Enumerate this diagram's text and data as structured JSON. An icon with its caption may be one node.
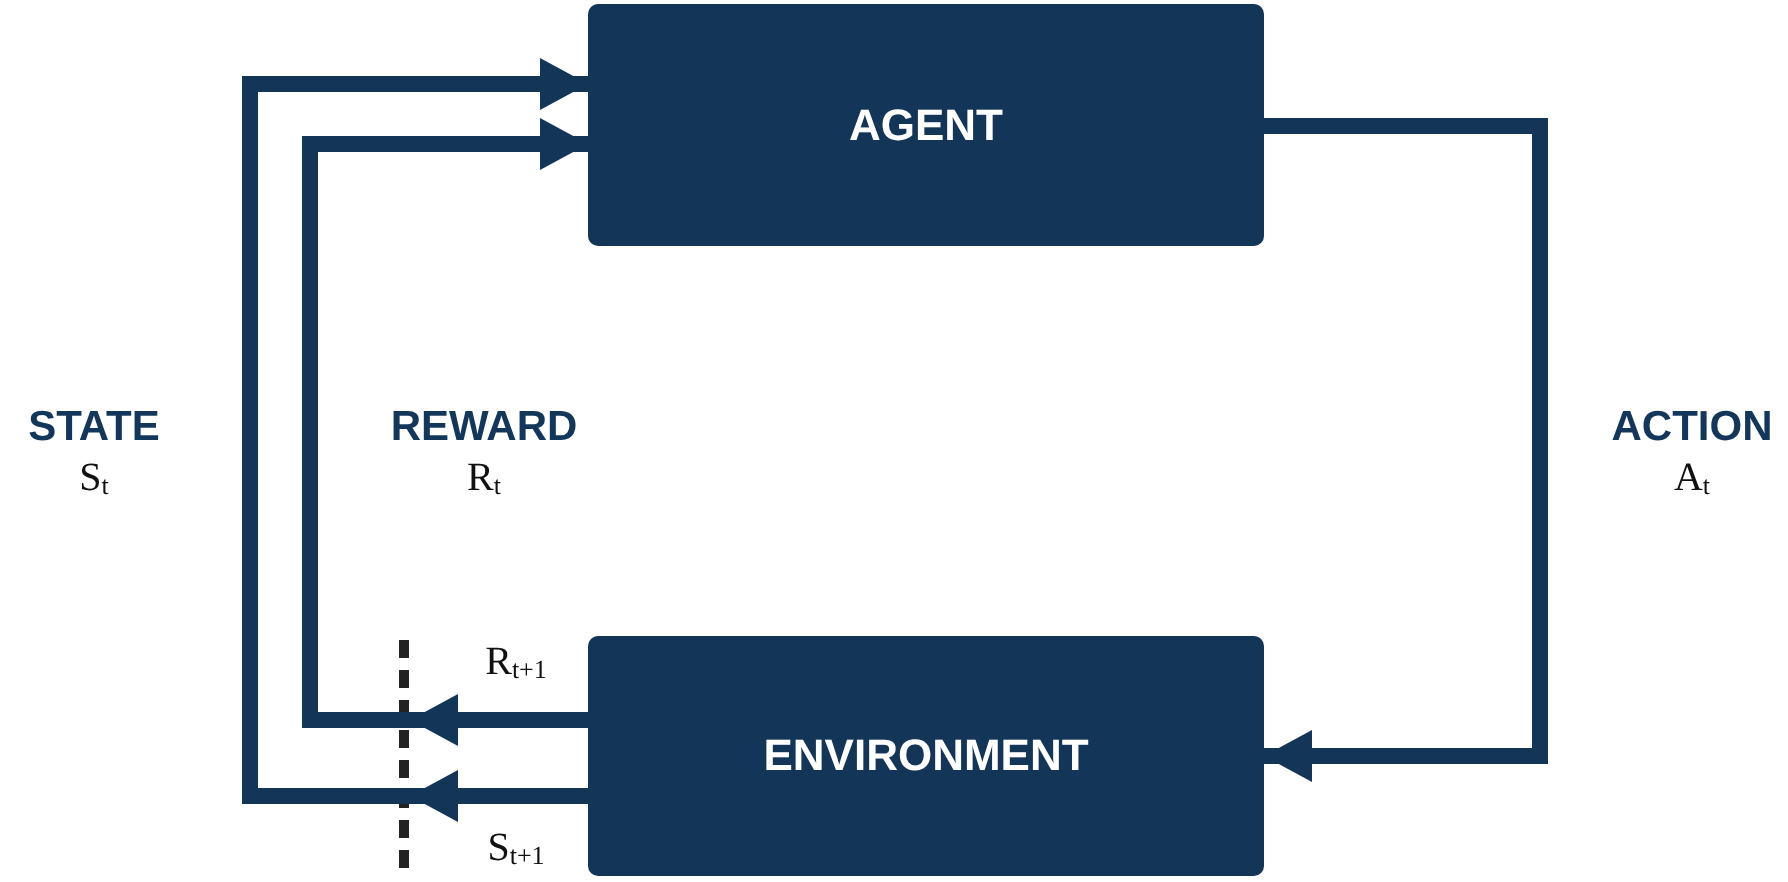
{
  "diagram": {
    "nodes": [
      {
        "text": [
          "AGENT"
        ]
      },
      {
        "text": [
          "ENVIRONMENT"
        ]
      }
    ],
    "edges": [
      {
        "from": 0,
        "to": 1,
        "arrow": "to"
      },
      {
        "from": 1,
        "to": 0,
        "arrow": "to"
      },
      {
        "from": 1,
        "to": 0,
        "arrow": "to"
      }
    ],
    "labels": [
      "STATE",
      "REWARD",
      "ACTION",
      "S$_{t}$",
      "R$_{t}$",
      "A$_{t}$",
      "R$_{t+1}$",
      "S$_{t+1}$"
    ]
  }
}
